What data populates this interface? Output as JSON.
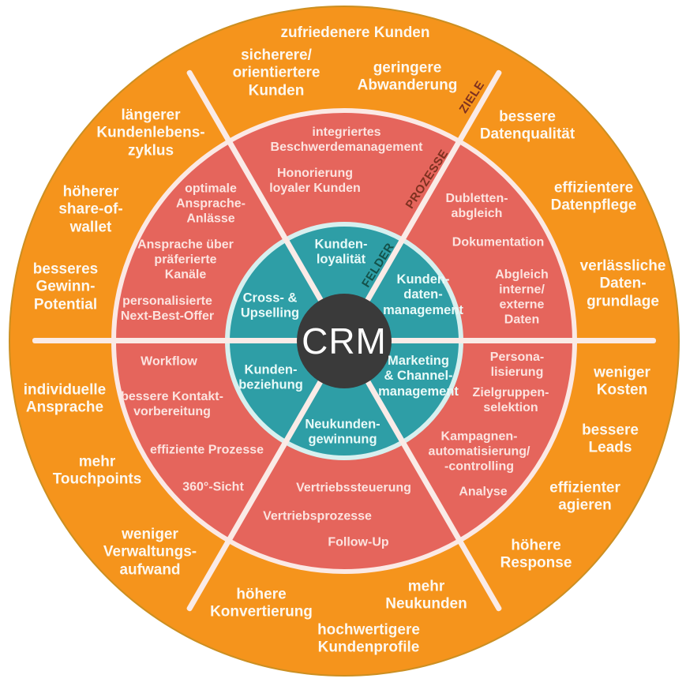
{
  "center": {
    "label": "CRM"
  },
  "ring_labels": {
    "outer": "ZIELE",
    "middle": "PROZESSE",
    "inner": "FELDER"
  },
  "colors": {
    "outer_ring": "#F5941C",
    "middle_ring": "#E5655C",
    "inner_ring": "#2E9EA6",
    "hub": "#3A3A3A",
    "spoke": "#FAEBE7",
    "outer_text": "#FDF8F0",
    "middle_text": "#FCE3DF",
    "inner_text": "#E9FAF8",
    "warm_ring_label": "#7E3120",
    "cool_ring_label": "#14524A"
  },
  "ziele": [
    "zufriedenere Kunden",
    "sicherere/\norientiertere\nKunden",
    "geringere\nAbwanderung",
    "bessere\nDatenqualität",
    "effizientere\nDatenpflege",
    "verlässliche\nDaten-\ngrundlage",
    "weniger\nKosten",
    "bessere\nLeads",
    "effizienter\nagieren",
    "höhere\nResponse",
    "mehr\nNeukunden",
    "hochwertigere\nKundenprofile",
    "höhere\nKonvertierung",
    "weniger\nVerwaltungs-\naufwand",
    "mehr\nTouchpoints",
    "individuelle\nAnsprache",
    "besseres\nGewinn-\nPotential",
    "höherer\nshare-of-\nwallet",
    "längerer\nKundenlebens-\nzyklus"
  ],
  "prozesse": [
    "integriertes\nBeschwerdemanagement",
    "Honorierung\nloyaler Kunden",
    "Dubletten-\nabgleich",
    "Dokumentation",
    "Abgleich\ninterne/\nexterne\nDaten",
    "Persona-\nlisierung",
    "Zielgruppen-\nselektion",
    "Kampagnen-\nautomatisierung/\n-controlling",
    "Analyse",
    "Vertriebssteuerung",
    "Vertriebsprozesse",
    "Follow-Up",
    "360°-Sicht",
    "effiziente Prozesse",
    "bessere Kontakt-\nvorbereitung",
    "Workflow",
    "personalisierte\nNext-Best-Offer",
    "Ansprache über\npräferierte\nKanäle",
    "optimale\nAnsprache-\nAnlässe"
  ],
  "felder": [
    "Kunden-\nloyalität",
    "Kunden-\ndaten-\nmanagement",
    "Marketing\n& Channel-\nmanagement",
    "Neukunden-\ngewinnung",
    "Kunden-\nbeziehung",
    "Cross- &\nUpselling"
  ]
}
